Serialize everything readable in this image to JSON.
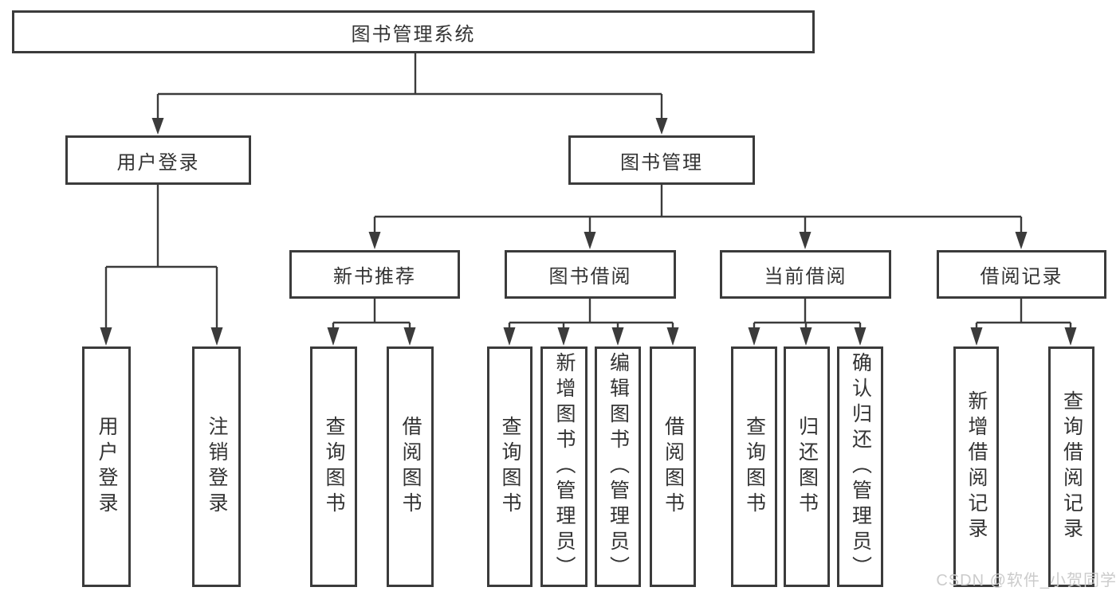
{
  "tree": {
    "label": "图书管理系统",
    "children": [
      {
        "label": "用户登录",
        "children": [
          {
            "label": "用户登录"
          },
          {
            "label": "注销登录"
          }
        ]
      },
      {
        "label": "图书管理",
        "children": [
          {
            "label": "新书推荐",
            "children": [
              {
                "label": "查询图书"
              },
              {
                "label": "借阅图书"
              }
            ]
          },
          {
            "label": "图书借阅",
            "children": [
              {
                "label": "查询图书"
              },
              {
                "label": "新增图书（管理员）"
              },
              {
                "label": "编辑图书（管理员）"
              },
              {
                "label": "借阅图书"
              }
            ]
          },
          {
            "label": "当前借阅",
            "children": [
              {
                "label": "查询图书"
              },
              {
                "label": "归还图书"
              },
              {
                "label": "确认归还（管理员）"
              }
            ]
          },
          {
            "label": "借阅记录",
            "children": [
              {
                "label": "新增借阅记录"
              },
              {
                "label": "查询借阅记录"
              }
            ]
          }
        ]
      }
    ]
  },
  "watermark": "CSDN @软件_小贺同学",
  "colors": {
    "line": "#3b3b3b",
    "text": "#333333",
    "watermark": "#cbcbcb",
    "background": "#ffffff"
  }
}
